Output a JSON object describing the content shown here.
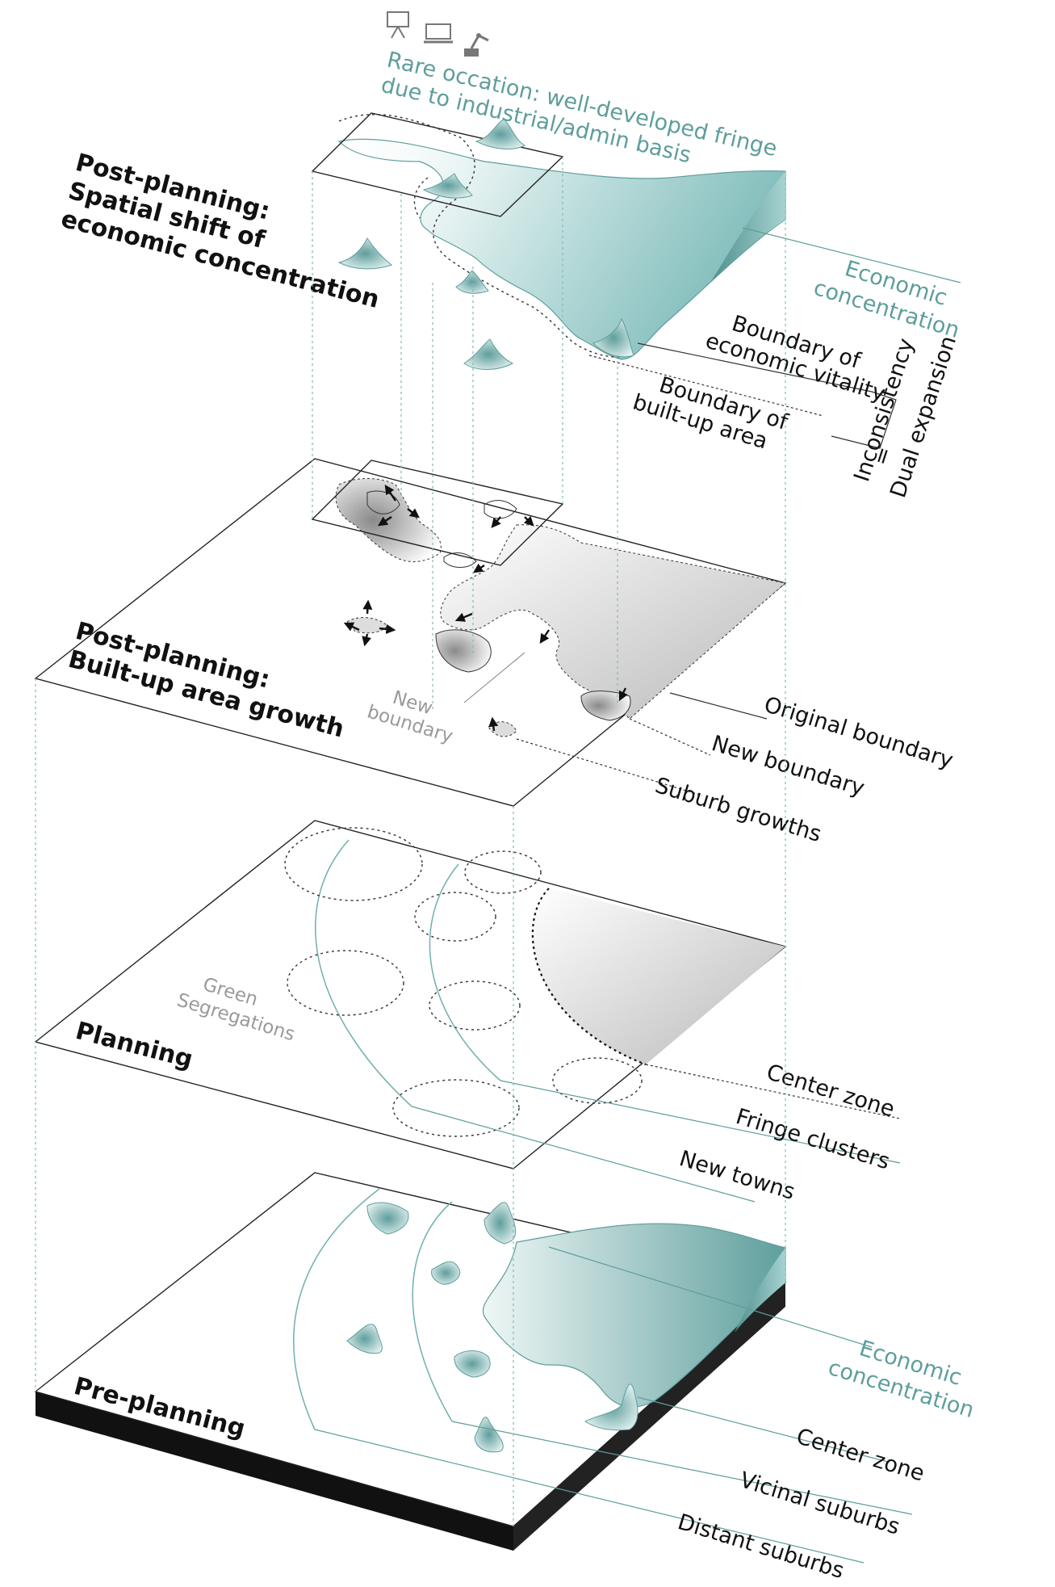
{
  "layers": {
    "post_econ": {
      "title_lines": [
        "Post-planning:",
        "Spatial shift of",
        "economic concentration"
      ]
    },
    "post_builtup": {
      "title_lines": [
        "Post-planning:",
        "Built-up area growth"
      ]
    },
    "planning": {
      "title_lines": [
        "Planning"
      ]
    },
    "pre": {
      "title_lines": [
        "Pre-planning"
      ]
    }
  },
  "annotations": {
    "rare_occasion": [
      "Rare occation: well-developed fringe",
      "due to industrial/admin basis"
    ],
    "econ_top": [
      "Economic",
      "concentration"
    ],
    "boundary_vitality": [
      "Boundary of",
      "economic vitality"
    ],
    "boundary_builtup": [
      "Boundary of",
      "built-up area"
    ],
    "inconsistency": "Inconsistency",
    "equals": "=",
    "dual_expansion": "Dual expansion",
    "original_boundary": "Original boundary",
    "new_boundary": "New boundary",
    "suburb_growths": "Suburb growths",
    "new_boundary_inner": [
      "New",
      "boundary"
    ],
    "center_zone_plan": "Center zone",
    "fringe_clusters": "Fringe clusters",
    "new_towns": "New towns",
    "green_segregations": [
      "Green",
      "Segregations"
    ],
    "econ_bottom": [
      "Economic",
      "concentration"
    ],
    "center_zone_pre": "Center zone",
    "vicinal_suburbs": "Vicinal suburbs",
    "distant_suburbs": "Distant suburbs"
  },
  "icons": [
    "presentation-board-icon",
    "laptop-icon",
    "robot-arm-icon"
  ],
  "colors": {
    "teal": "#5e9e9c",
    "teal_fill": "#8cc6c4",
    "ink": "#111111",
    "grey_label": "#9a9a9a"
  }
}
